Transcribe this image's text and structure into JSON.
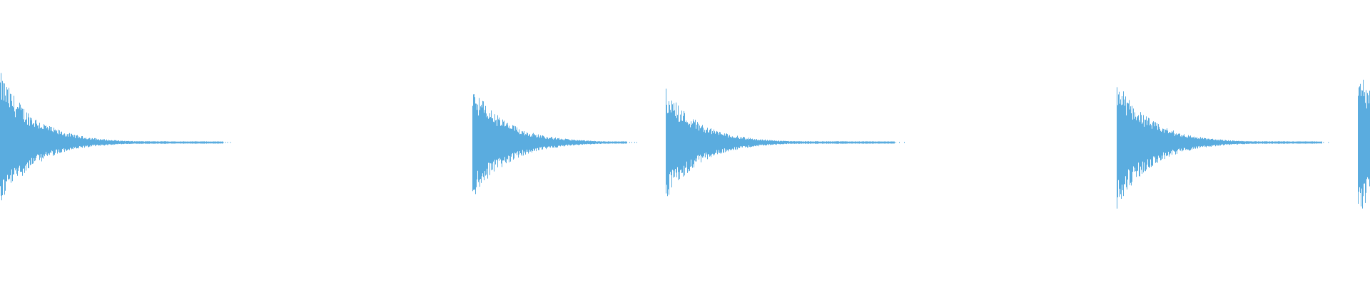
{
  "waveform": {
    "color": "#5aacdf",
    "background": "#ffffff",
    "hits": [
      {
        "time": 0.0,
        "peak_top": 0.95,
        "peak_bottom": 0.85,
        "tail": 0.163
      },
      {
        "time": 0.345,
        "peak_top": 0.77,
        "peak_bottom": 0.78,
        "tail": 0.113
      },
      {
        "time": 0.486,
        "peak_top": 0.73,
        "peak_bottom": 0.77,
        "tail": 0.167
      },
      {
        "time": 0.815,
        "peak_top": 0.84,
        "peak_bottom": 0.9,
        "tail": 0.15
      },
      {
        "time": 0.991,
        "peak_top": 1.0,
        "peak_bottom": 1.0,
        "tail": 0.01
      }
    ]
  }
}
